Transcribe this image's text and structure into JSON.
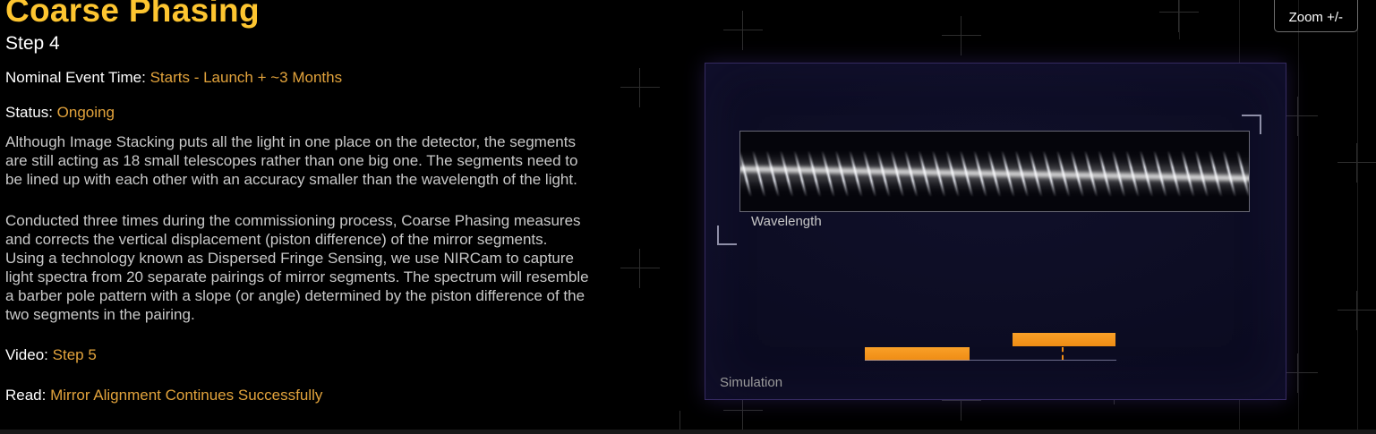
{
  "page": {
    "title": "Coarse Phasing",
    "step": "Step 4",
    "nominal_event_time_label": "Nominal Event Time:",
    "nominal_event_time_value": "Starts - Launch + ~3 Months",
    "status_label": "Status:",
    "status_value": "Ongoing",
    "paragraphs": [
      "Although Image Stacking puts all the light in one place on the detector, the segments are still acting as 18 small telescopes rather than one big one. The segments need to be lined up with each other with an accuracy smaller than the wavelength of the light.",
      "Conducted three times during the commissioning process, Coarse Phasing measures and corrects the vertical displacement (piston difference) of the mirror segments. Using a technology known as Dispersed Fringe Sensing, we use NIRCam to capture light spectra from 20 separate pairings of mirror segments. The spectrum will resemble a barber pole pattern with a slope (or angle) determined by the piston difference of the two segments in the pairing."
    ],
    "video_label": "Video:",
    "video_link": "Step 5",
    "read_label": "Read:",
    "read_link": "Mirror Alignment Continues Successfully"
  },
  "zoom_button_label": "Zoom +/-",
  "figure": {
    "wavelength_label": "Wavelength",
    "simulation_label": "Simulation"
  },
  "colors": {
    "title_gold": "#fdc530",
    "link_orange": "#e2a33c",
    "bar_orange": "#ef8c14",
    "body_gray": "#c9c9c9",
    "panel_border_purple": "#352a60",
    "background": "#000000"
  }
}
